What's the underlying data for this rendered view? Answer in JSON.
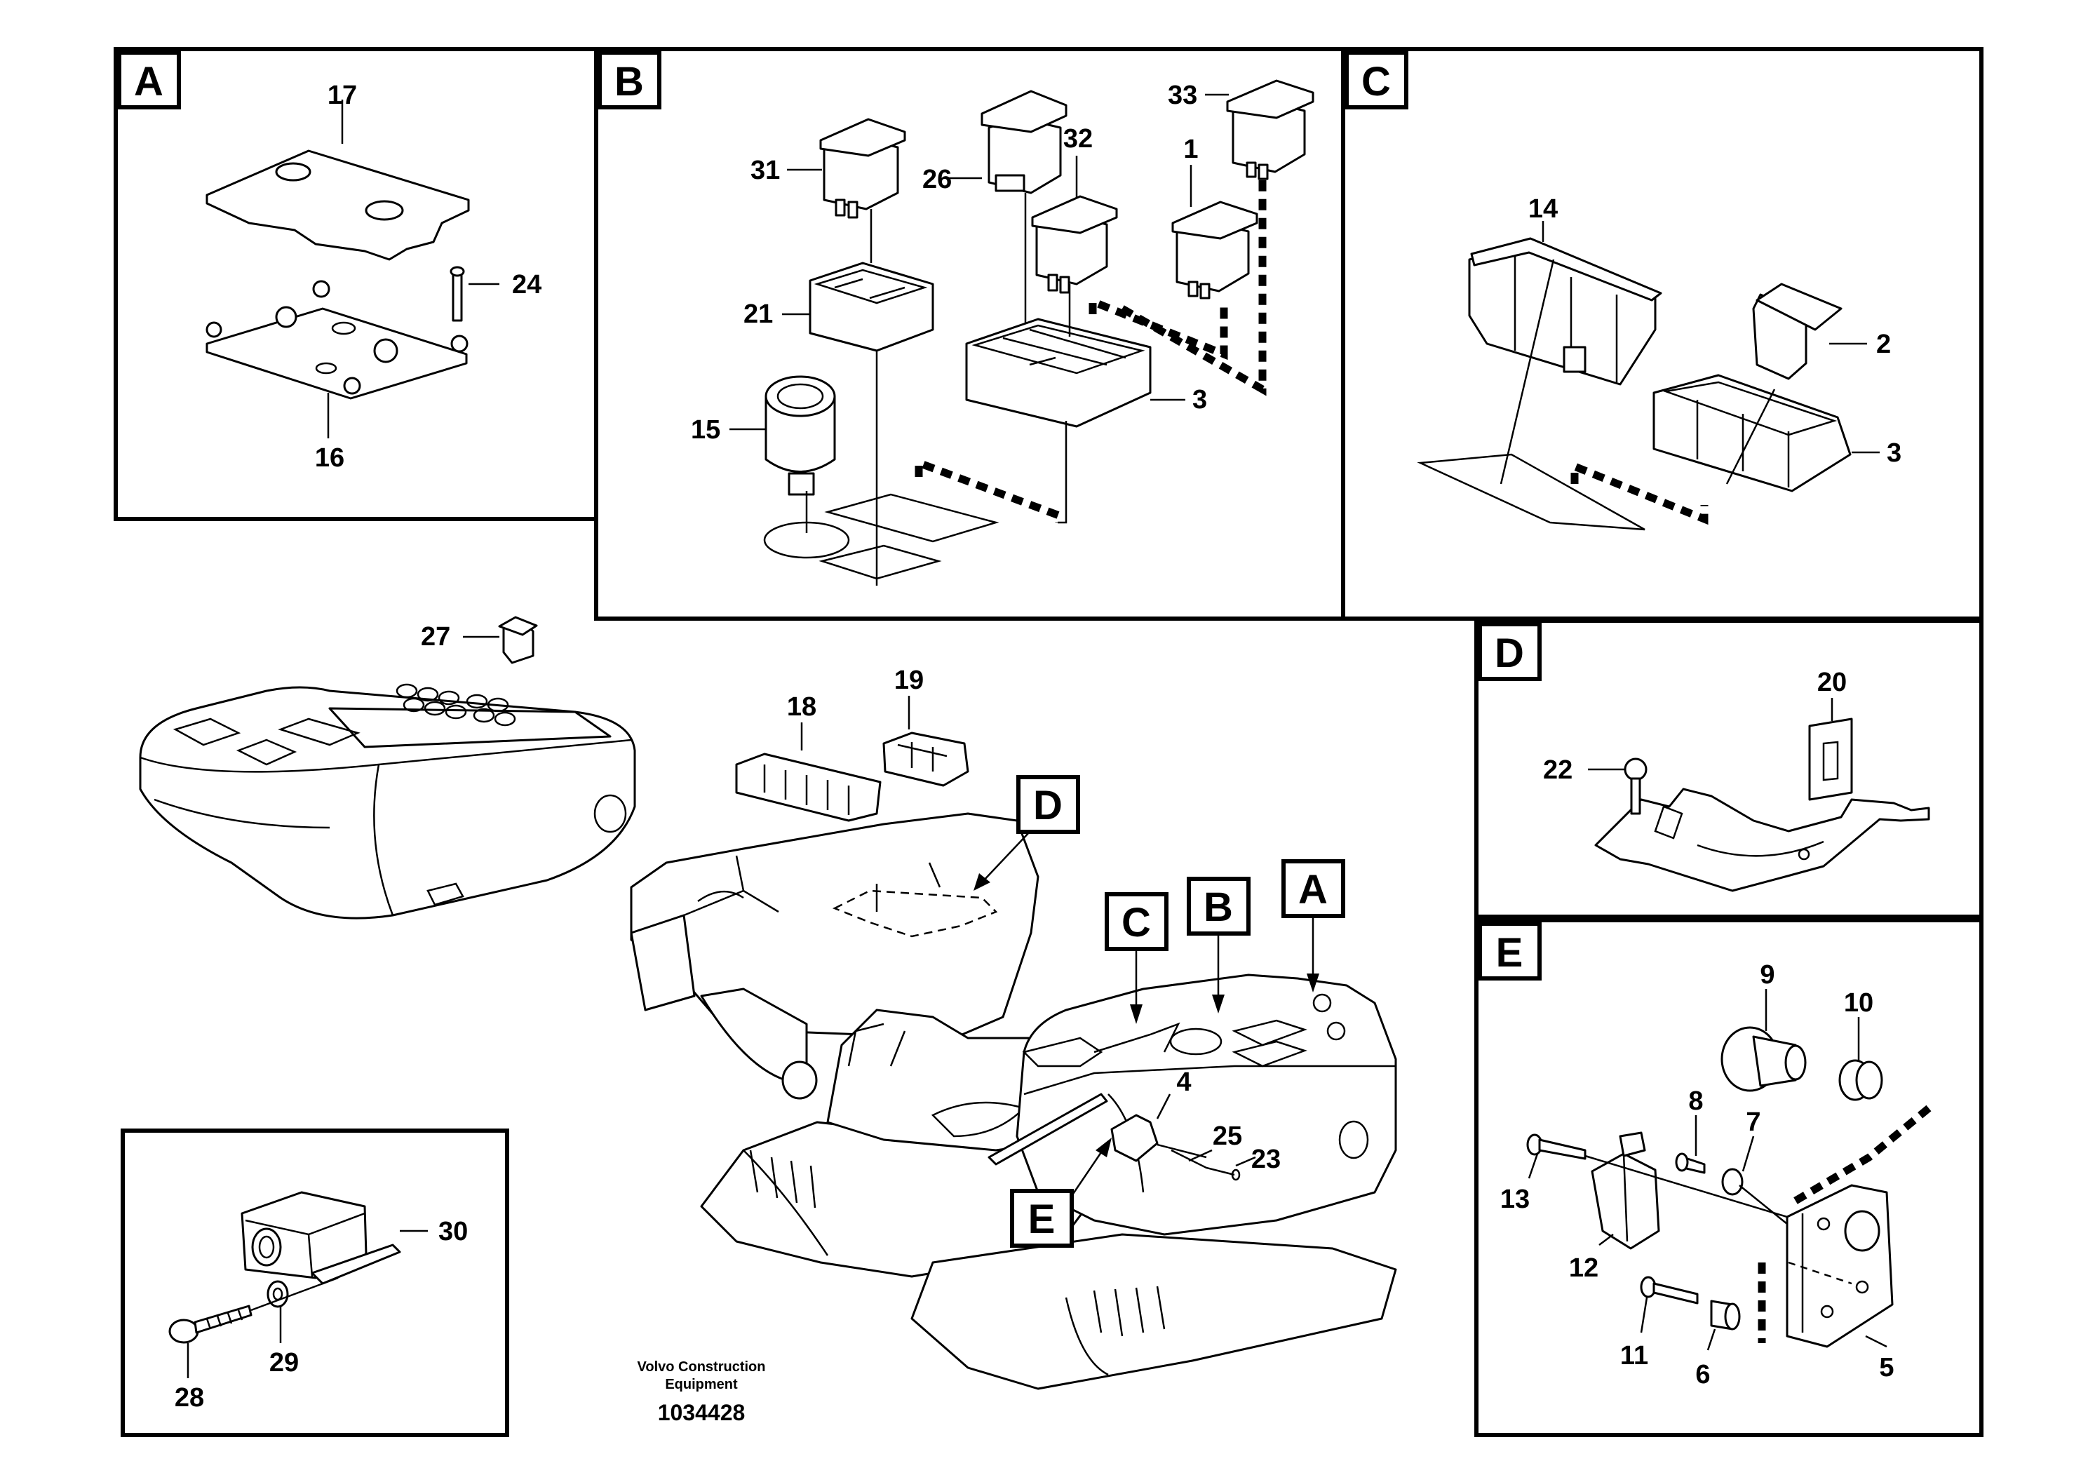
{
  "callouts": {
    "A": [
      "17",
      "24",
      "16"
    ],
    "B": [
      "31",
      "26",
      "32",
      "33",
      "1",
      "21",
      "3",
      "15"
    ],
    "C": [
      "14",
      "2",
      "3"
    ],
    "D": [
      "20",
      "22"
    ],
    "E": [
      "9",
      "10",
      "8",
      "7",
      "13",
      "12",
      "11",
      "6",
      "5"
    ],
    "main": [
      "27",
      "18",
      "19",
      "4",
      "25",
      "23"
    ],
    "inset": [
      "30",
      "29",
      "28"
    ]
  },
  "section_tags": [
    "A",
    "B",
    "C",
    "D",
    "E"
  ],
  "footer": {
    "manufacturer_line1": "Volvo Construction",
    "manufacturer_line2": "Equipment",
    "drawing_number": "1034428"
  }
}
